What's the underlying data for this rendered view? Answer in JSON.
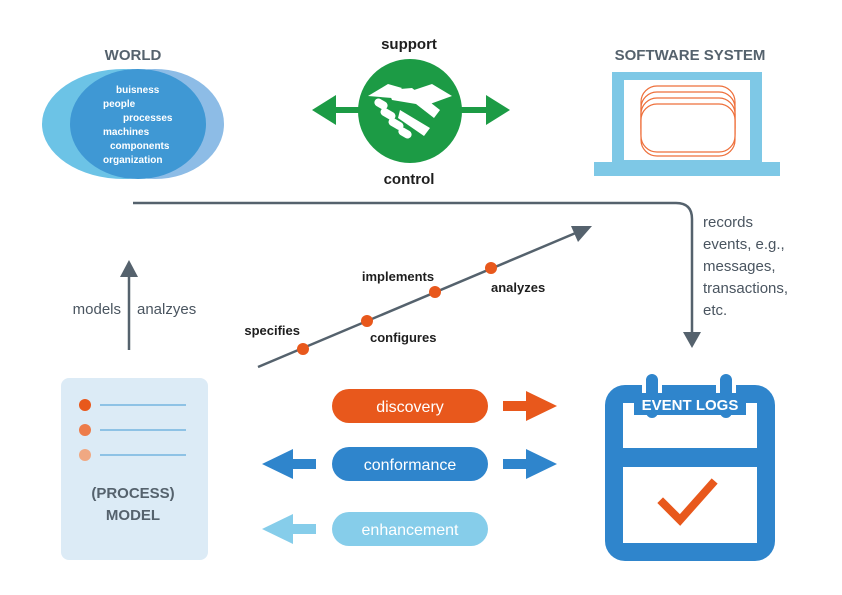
{
  "world": {
    "title": "WORLD",
    "items": [
      "buisness",
      "people",
      "processes",
      "machines",
      "components",
      "organization"
    ]
  },
  "interaction": {
    "top_label": "support",
    "bottom_label": "control"
  },
  "software_system": {
    "title": "SOFTWARE  SYSTEM"
  },
  "records_note": [
    "records",
    "events, e.g.,",
    "messages,",
    "transactions,",
    "etc."
  ],
  "models_analyzes": {
    "left": "models",
    "right": "analzyes"
  },
  "timeline": {
    "points": [
      {
        "label": "specifies",
        "position": "above"
      },
      {
        "label": "configures",
        "position": "below"
      },
      {
        "label": "implements",
        "position": "above"
      },
      {
        "label": "analyzes",
        "position": "below"
      }
    ]
  },
  "process_model": {
    "title_line1": "(PROCESS)",
    "title_line2": "MODEL"
  },
  "actions": {
    "discovery": "discovery",
    "conformance": "conformance",
    "enhancement": "enhancement"
  },
  "event_logs": {
    "title": "EVENT LOGS"
  },
  "colors": {
    "world_light": "#6cc3e6",
    "world_mid": "#8dbce6",
    "world_dark": "#3f98d4",
    "green": "#1c9b45",
    "software_blue": "#7ec8e6",
    "software_lines": "#ee6f3a",
    "grey_arrow": "#55626d",
    "orange": "#e8581c",
    "blue": "#2f85cc",
    "light_blue": "#86cdea",
    "doc_bg": "#dcebf6",
    "event_blue": "#2f85cc"
  }
}
